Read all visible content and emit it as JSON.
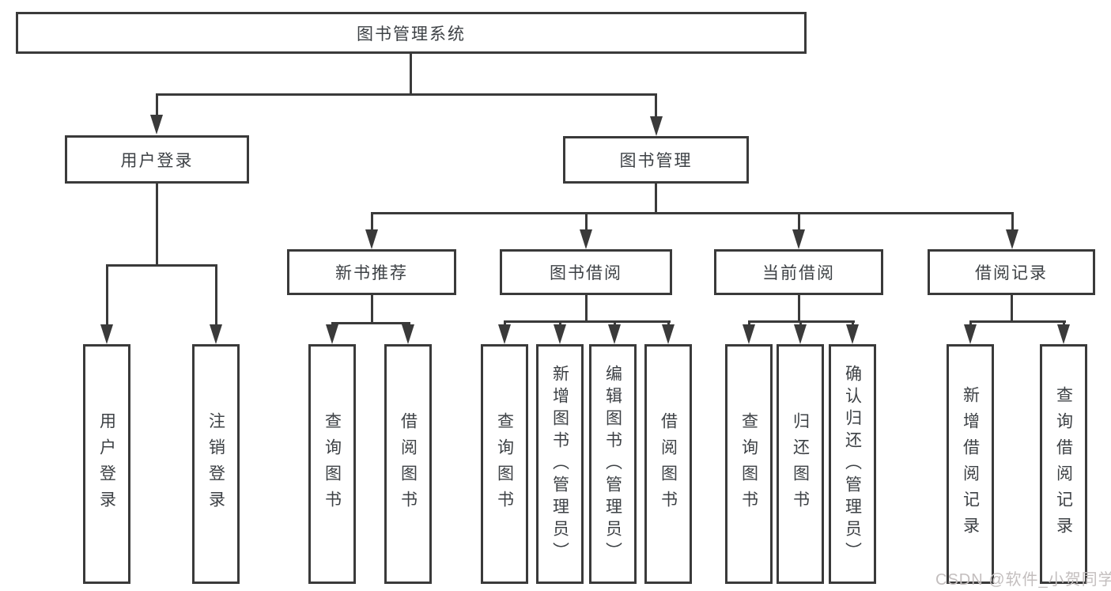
{
  "diagram": {
    "type": "tree",
    "tree": {
      "label": "图书管理系统",
      "children": [
        {
          "label": "用户登录",
          "children": [
            {
              "label": "用户登录"
            },
            {
              "label": "注销登录"
            }
          ]
        },
        {
          "label": "图书管理",
          "children": [
            {
              "label": "新书推荐",
              "children": [
                {
                  "label": "查询图书"
                },
                {
                  "label": "借阅图书"
                }
              ]
            },
            {
              "label": "图书借阅",
              "children": [
                {
                  "label": "查询图书"
                },
                {
                  "label": "新增图书（管理员）"
                },
                {
                  "label": "编辑图书（管理员）"
                },
                {
                  "label": "借阅图书"
                }
              ]
            },
            {
              "label": "当前借阅",
              "children": [
                {
                  "label": "查询图书"
                },
                {
                  "label": "归还图书"
                },
                {
                  "label": "确认归还（管理员）"
                }
              ]
            },
            {
              "label": "借阅记录",
              "children": [
                {
                  "label": "新增借阅记录"
                },
                {
                  "label": "查询借阅记录"
                }
              ]
            }
          ]
        }
      ]
    },
    "colors": {
      "line": "#3a3a3a",
      "text": "#3d4145",
      "box_background": "#ffffff",
      "page_background": "#ffffff"
    }
  },
  "watermark": {
    "text": "CSDN @软件_小贺同学"
  }
}
